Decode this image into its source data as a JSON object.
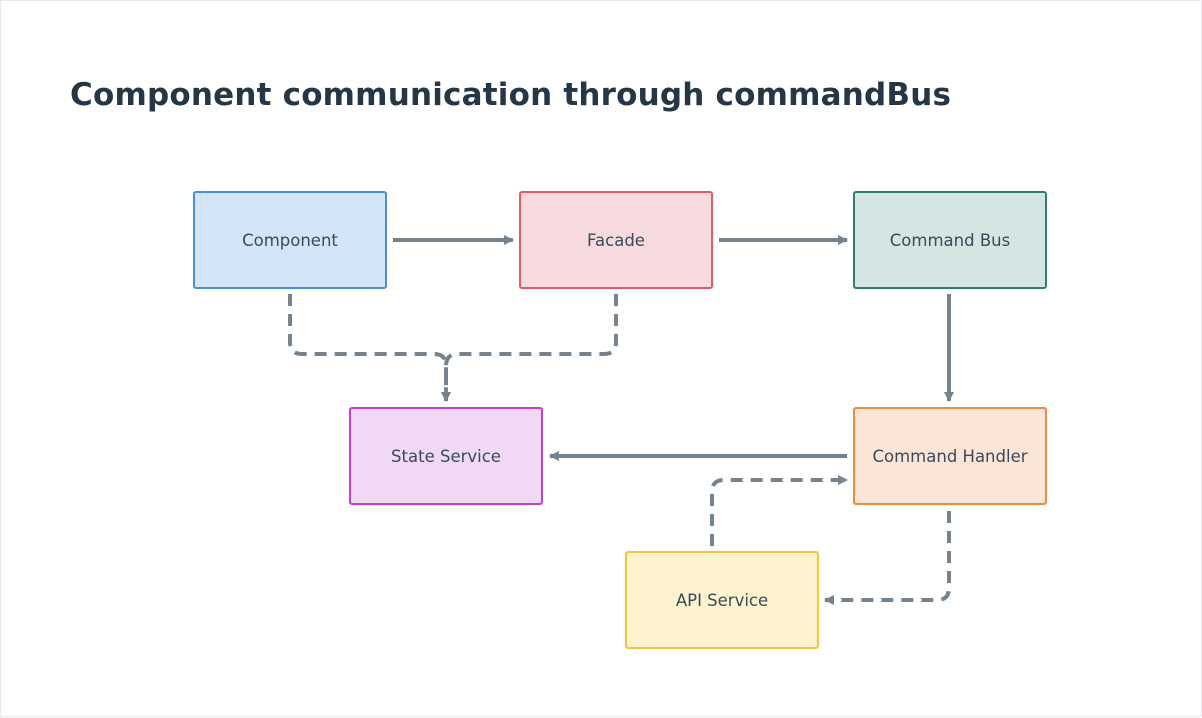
{
  "title": "Component communication through commandBus",
  "nodes": {
    "component": {
      "label": "Component",
      "fill": "#d4e5f7",
      "stroke": "#4a90d9"
    },
    "facade": {
      "label": "Facade",
      "fill": "#f7dadd",
      "stroke": "#e05a6a"
    },
    "command_bus": {
      "label": "Command Bus",
      "fill": "#d3e6e3",
      "stroke": "#2f7d6a"
    },
    "state_service": {
      "label": "State Service",
      "fill": "#f1d9f5",
      "stroke": "#c23fd1"
    },
    "command_handler": {
      "label": "Command Handler",
      "fill": "#fae5d8",
      "stroke": "#ed8a3f"
    },
    "api_service": {
      "label": "API Service",
      "fill": "#fdf3cf",
      "stroke": "#f5c43a"
    }
  },
  "edges": [
    {
      "from": "Component",
      "to": "Facade",
      "style": "solid"
    },
    {
      "from": "Facade",
      "to": "Command Bus",
      "style": "solid"
    },
    {
      "from": "Command Bus",
      "to": "Command Handler",
      "style": "solid"
    },
    {
      "from": "Command Handler",
      "to": "State Service",
      "style": "solid"
    },
    {
      "from": "Component",
      "to": "State Service",
      "style": "dashed"
    },
    {
      "from": "Facade",
      "to": "State Service",
      "style": "dashed"
    },
    {
      "from": "Command Handler",
      "to": "API Service",
      "style": "dashed"
    },
    {
      "from": "API Service",
      "to": "Command Handler",
      "style": "dashed"
    }
  ],
  "colors": {
    "title": "#253746",
    "edge": "#76838f"
  }
}
